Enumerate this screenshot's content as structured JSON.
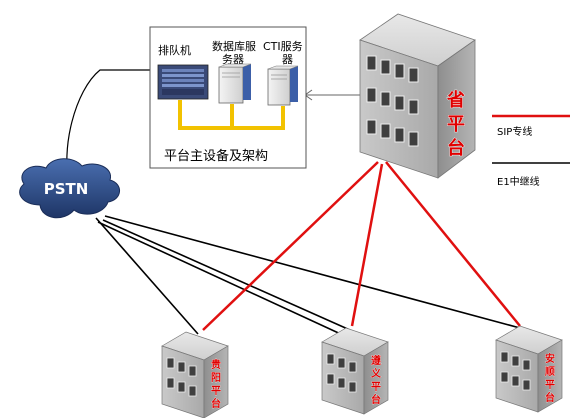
{
  "platform_box": {
    "caption": "平台主设备及架构",
    "queue_label": "排队机",
    "db_label_line1": "数据库服",
    "db_label_line2": "务器",
    "cti_label_line1": "CTI服务",
    "cti_label_line2": "器"
  },
  "pstn": {
    "label": "PSTN"
  },
  "province": {
    "label_chars": [
      "省",
      "平",
      "台"
    ]
  },
  "legend": {
    "sip_label": "SIP专线",
    "e1_label": "E1中继线"
  },
  "cities": [
    {
      "id": "guiyang",
      "label_chars": [
        "贵",
        "阳",
        "平",
        "台"
      ]
    },
    {
      "id": "zunyi",
      "label_chars": [
        "遵",
        "义",
        "平",
        "台"
      ]
    },
    {
      "id": "anshun",
      "label_chars": [
        "安",
        "顺",
        "平",
        "台"
      ]
    }
  ],
  "colors": {
    "sip_line": "#e01010",
    "e1_line": "#000000",
    "bus": "#f2c200",
    "building_label": "#e00000",
    "building_label_outline": "#ffffff",
    "pstn_cloud": "#2e4d8a",
    "pstn_text": "#ffffff"
  }
}
